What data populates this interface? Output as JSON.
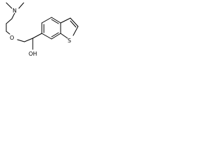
{
  "molecule": {
    "atoms": {
      "nitrogen": "N",
      "oxygen_ether": "O",
      "oxygen_hydroxyl": "OH",
      "sulfur": "S"
    },
    "colors": {
      "bond": "#000000",
      "label": "#000000",
      "background": "#ffffff"
    }
  }
}
